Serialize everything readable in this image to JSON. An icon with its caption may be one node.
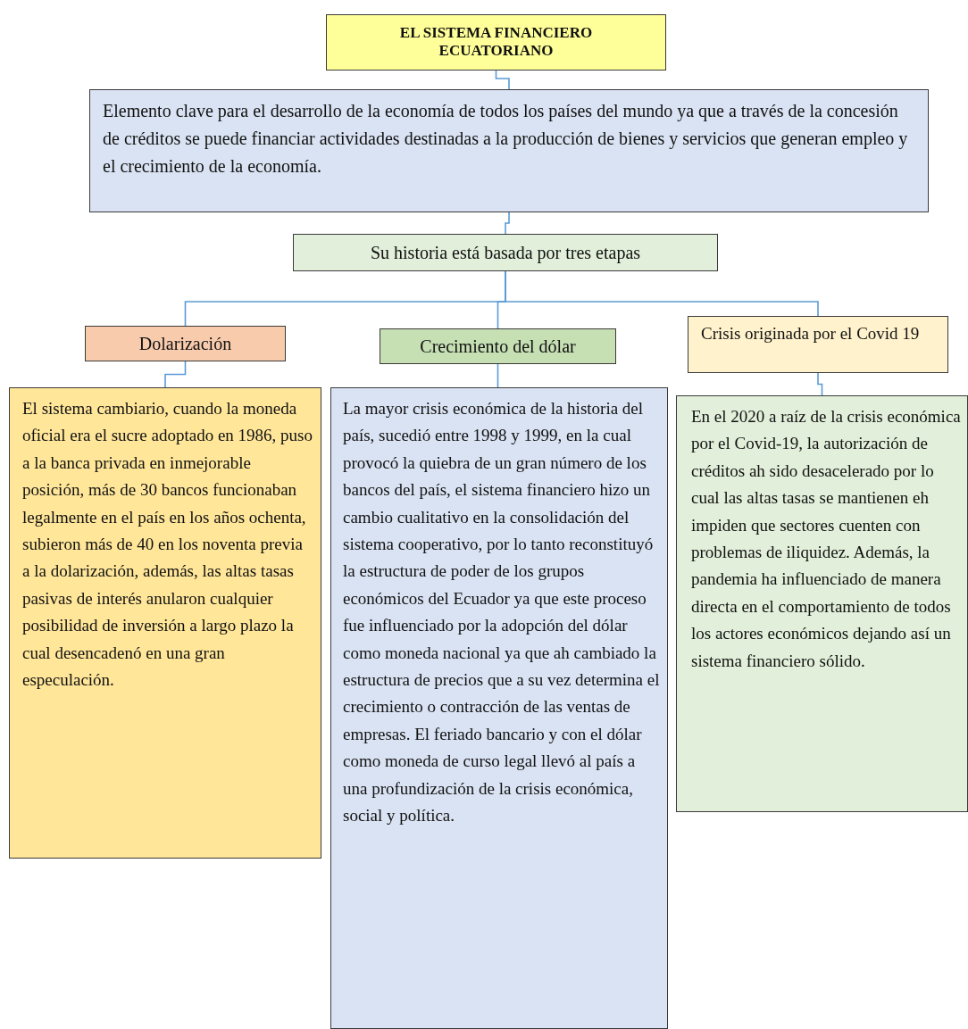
{
  "diagram": {
    "nodes": [
      {
        "text": [
          "EL SISTEMA FINANCIERO ECUATORIANO"
        ]
      },
      {
        "text": [
          "Elemento clave para el desarrollo de la economía de todos los países del mundo ya que a través de la concesión de créditos se puede financiar actividades destinadas a la producción de bienes y servicios que generan empleo y el crecimiento de la economía."
        ]
      },
      {
        "text": [
          "Su historia está basada por tres etapas"
        ]
      },
      {
        "text": [
          "Dolarización"
        ]
      },
      {
        "text": [
          "Crecimiento del dólar"
        ]
      },
      {
        "text": [
          "Crisis originada por el Covid 19"
        ]
      },
      {
        "text": [
          "El sistema cambiario, cuando la moneda oficial era el sucre adoptado en 1986, puso a la banca privada en inmejorable posición, más de 30 bancos funcionaban legalmente en el país en los años ochenta, subieron más de 40 en los noventa previa a la dolarización, además, las altas tasas pasivas de interés anularon cualquier posibilidad de inversión a largo plazo la cual desencadenó en una gran especulación."
        ]
      },
      {
        "text": [
          "La mayor crisis económica de la historia del país, sucedió entre 1998 y 1999, en la cual provocó la quiebra de un gran número de los bancos del país, el sistema financiero hizo un cambio cualitativo en la consolidación del sistema cooperativo,  por lo tanto reconstituyó la estructura de poder de los grupos económicos del Ecuador ya que este proceso fue influenciado por la adopción del dólar como moneda nacional ya que ah cambiado la estructura de precios que a su vez determina el crecimiento o contracción de las ventas de empresas. El feriado bancario y con el dólar como moneda de curso legal llevó al país a una profundización de la crisis económica, social y política."
        ]
      },
      {
        "text": [
          "En el 2020 a raíz de la crisis económica por el Covid-19, la autorización de créditos ah sido desacelerado por lo cual las altas tasas se mantienen eh impiden que sectores cuenten con problemas de iliquidez. Además, la pandemia ha influenciado de manera directa en el comportamiento de todos los actores económicos dejando así un sistema financiero sólido."
        ]
      }
    ],
    "edges": [
      {
        "from": 0,
        "to": 1,
        "arrow": "none"
      },
      {
        "from": 1,
        "to": 2,
        "arrow": "none"
      },
      {
        "from": 2,
        "to": 3,
        "arrow": "none"
      },
      {
        "from": 2,
        "to": 4,
        "arrow": "none"
      },
      {
        "from": 2,
        "to": 5,
        "arrow": "none"
      },
      {
        "from": 3,
        "to": 6,
        "arrow": "none"
      },
      {
        "from": 4,
        "to": 7,
        "arrow": "none"
      },
      {
        "from": 5,
        "to": 8,
        "arrow": "none"
      }
    ]
  }
}
